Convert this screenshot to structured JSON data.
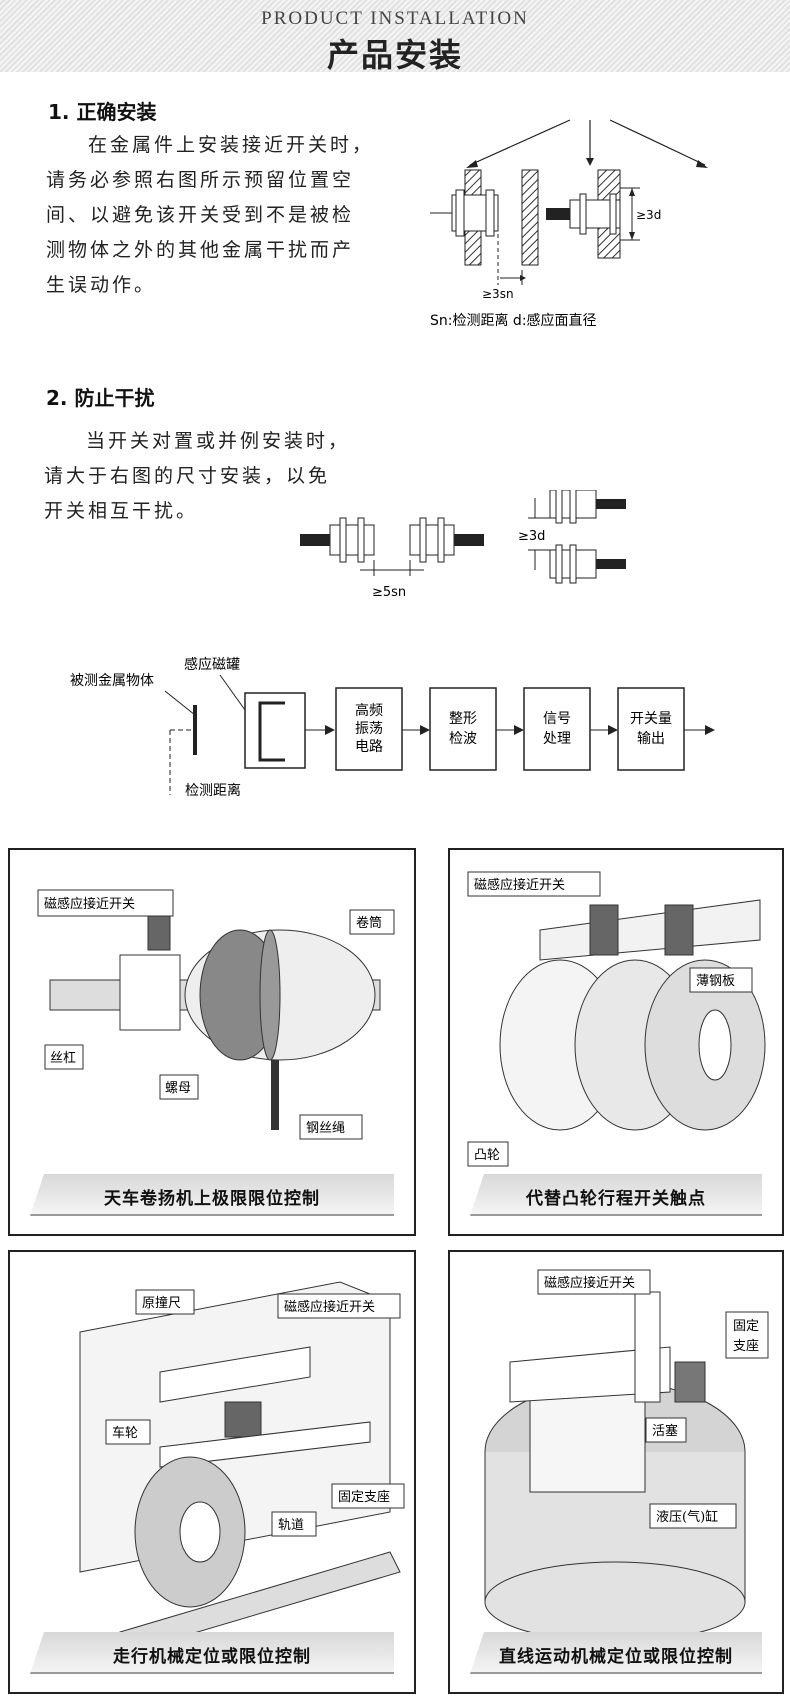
{
  "header": {
    "title_en": "PRODUCT INSTALLATION",
    "title_cn": "产品安装"
  },
  "section1": {
    "title": "1. 正确安装",
    "lines": [
      "在金属件上安装接近开关时，",
      "请务必参照右图所示预留位置空",
      "间、以避免该开关受到不是被检",
      "测物体之外的其他金属干扰而产",
      "生误动作。"
    ],
    "fig": {
      "dim_3sn": "≥3sn",
      "dim_3d": "≥3d",
      "caption": "Sn:检测距离  d:感应面直径"
    }
  },
  "section2": {
    "title": "2. 防止干扰",
    "lines": [
      "当开关对置或并例安装时，",
      "请大于右图的尺寸安装，以免",
      "开关相互干扰。"
    ],
    "fig": {
      "dim_5sn": "≥5sn",
      "dim_3d": "≥3d"
    }
  },
  "block_diagram": {
    "target_label": "被测金属物体",
    "coil_label": "感应磁罐",
    "distance_label": "检测距离",
    "blocks": [
      {
        "l1": "高频",
        "l2": "振荡",
        "l3": "电路"
      },
      {
        "l1": "整形",
        "l2": "检波",
        "l3": ""
      },
      {
        "l1": "信号",
        "l2": "处理",
        "l3": ""
      },
      {
        "l1": "开关量",
        "l2": "输出",
        "l3": ""
      }
    ]
  },
  "panels": {
    "p1": {
      "caption": "天车卷扬机上极限限位控制",
      "labels": [
        "磁感应接近开关",
        "卷筒",
        "丝杠",
        "螺母",
        "钢丝绳"
      ]
    },
    "p2": {
      "caption": "代替凸轮行程开关触点",
      "labels": [
        "磁感应接近开关",
        "薄钢板",
        "凸轮"
      ]
    },
    "p3": {
      "caption": "走行机械定位或限位控制",
      "labels": [
        "原撞尺",
        "磁感应接近开关",
        "车轮",
        "轨道",
        "固定支座"
      ]
    },
    "p4": {
      "caption": "直线运动机械定位或限位控制",
      "labels": [
        "磁感应接近开关",
        "固定",
        "支座",
        "活塞",
        "液压(气)缸"
      ]
    }
  }
}
